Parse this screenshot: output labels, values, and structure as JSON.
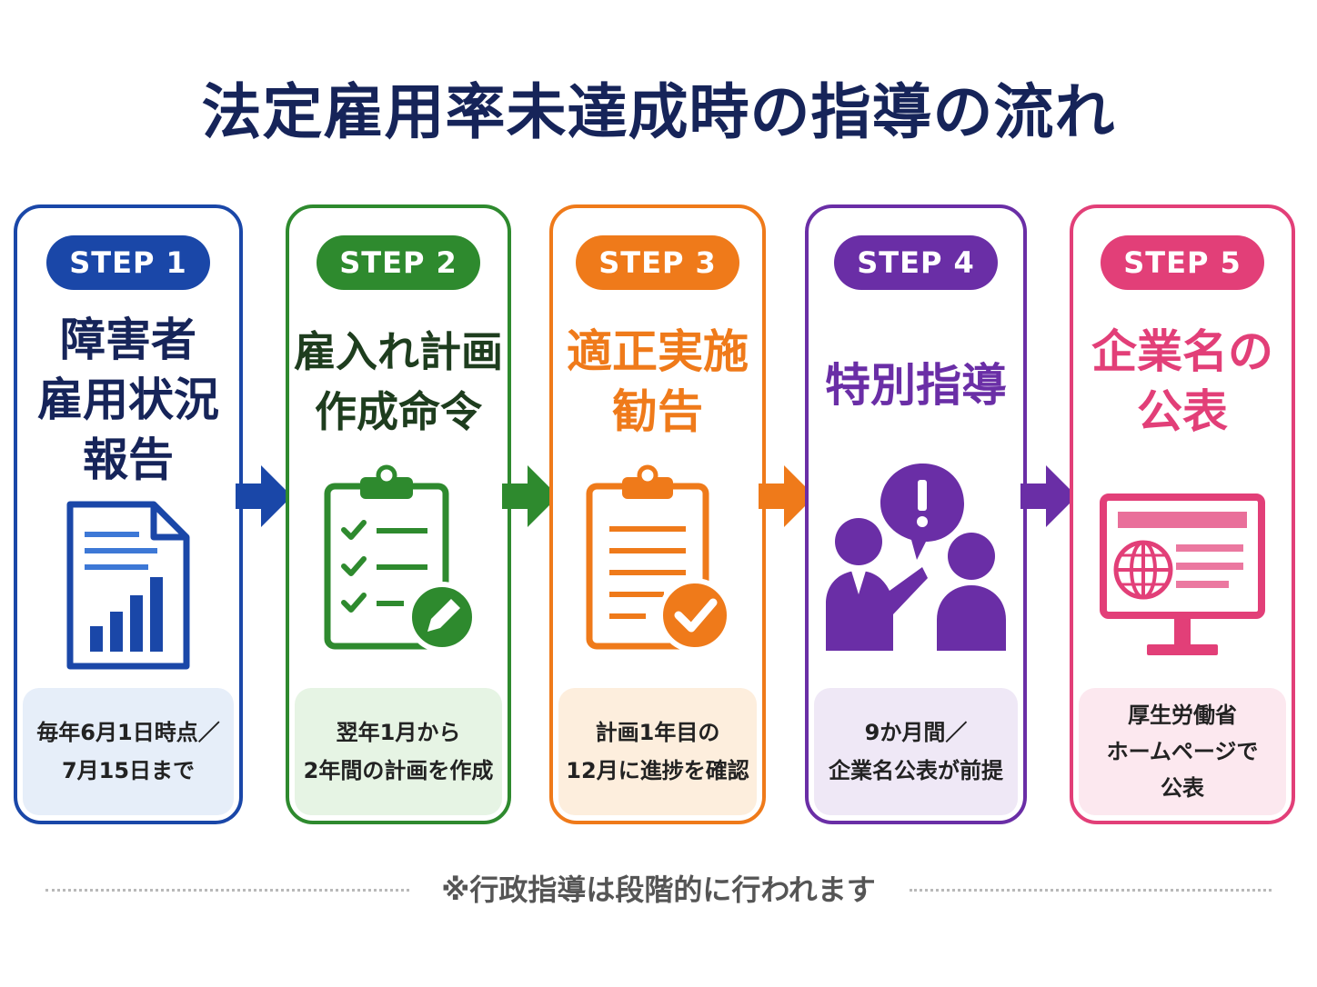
{
  "title": "法定雇用率未達成時の指導の流れ",
  "colors": {
    "title": "#162459",
    "step1": "#1a47a8",
    "step2": "#2e8a2e",
    "step3": "#ef7a1a",
    "step4": "#6a2ea6",
    "step5": "#e23f78",
    "step1_bg": "#e6eef9",
    "step2_bg": "#e6f4e4",
    "step3_bg": "#fdeedd",
    "step4_bg": "#efe8f6",
    "step5_bg": "#fce8ef"
  },
  "steps": [
    {
      "label": "STEP 1",
      "heading": [
        "障害者",
        "雇用状況",
        "報告"
      ],
      "icon": "document-chart-icon",
      "desc": [
        "毎年6月1日時点／",
        "7月15日まで"
      ]
    },
    {
      "label": "STEP 2",
      "heading": [
        "雇入れ計画",
        "作成命令"
      ],
      "icon": "clipboard-checklist-pencil-icon",
      "desc": [
        "翌年1月から",
        "2年間の計画を作成"
      ]
    },
    {
      "label": "STEP 3",
      "heading": [
        "適正実施",
        "勧告"
      ],
      "icon": "clipboard-checkmark-icon",
      "desc": [
        "計画1年目の",
        "12月に進捗を確認"
      ]
    },
    {
      "label": "STEP 4",
      "heading": [
        "特別指導"
      ],
      "icon": "meeting-alert-icon",
      "desc": [
        "9か月間／",
        "企業名公表が前提"
      ]
    },
    {
      "label": "STEP 5",
      "heading": [
        "企業名の",
        "公表"
      ],
      "icon": "monitor-globe-icon",
      "desc": [
        "厚生労働省",
        "ホームページで",
        "公表"
      ]
    }
  ],
  "arrows": [
    "arrow-right-icon",
    "arrow-right-icon",
    "arrow-right-icon",
    "arrow-right-icon"
  ],
  "note": "※行政指導は段階的に行われます"
}
